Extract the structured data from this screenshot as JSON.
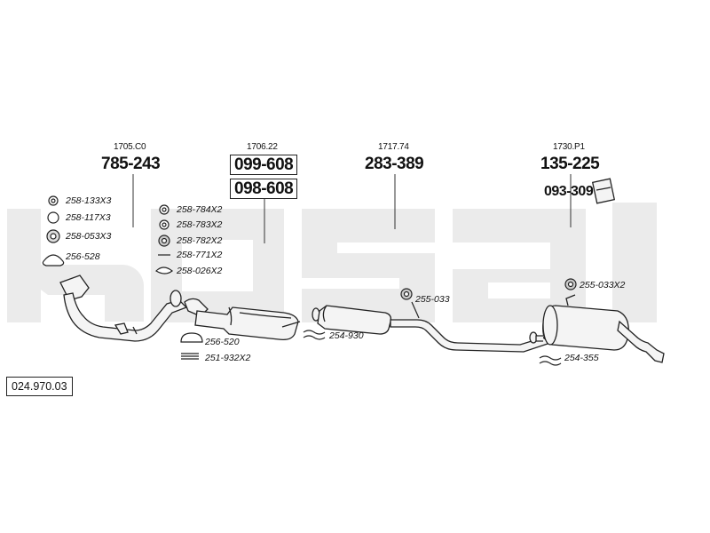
{
  "diagram_code": "024.970.03",
  "columns": [
    {
      "ref": "1705.C0",
      "parts": [
        "785-243"
      ]
    },
    {
      "ref": "1706.22",
      "parts": [
        "099-608",
        "098-608"
      ]
    },
    {
      "ref": "1717.74",
      "parts": [
        "283-389"
      ]
    },
    {
      "ref": "1730.P1",
      "parts": [
        "135-225",
        "093-309"
      ]
    }
  ],
  "accessories": [
    "258-133X3",
    "258-117X3",
    "258-053X3",
    "256-528",
    "258-784X2",
    "258-783X2",
    "258-782X2",
    "258-771X2",
    "258-026X2",
    "256-520",
    "251-932X2",
    "254-930",
    "255-033",
    "255-033X2",
    "254-355"
  ],
  "colors": {
    "watermark": "#e9e9e9",
    "line": "#222222",
    "part_fill": "#f4f4f4"
  }
}
